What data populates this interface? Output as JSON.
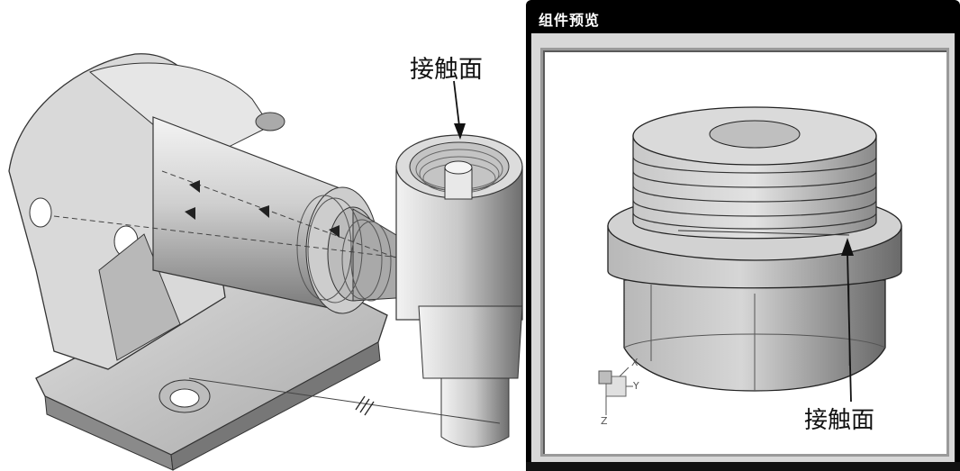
{
  "main_view": {
    "callout_label": "接触面"
  },
  "preview_window": {
    "title": "组件预览",
    "callout_label": "接触面",
    "triad": {
      "x": "X",
      "y": "Y",
      "z": "Z"
    }
  }
}
